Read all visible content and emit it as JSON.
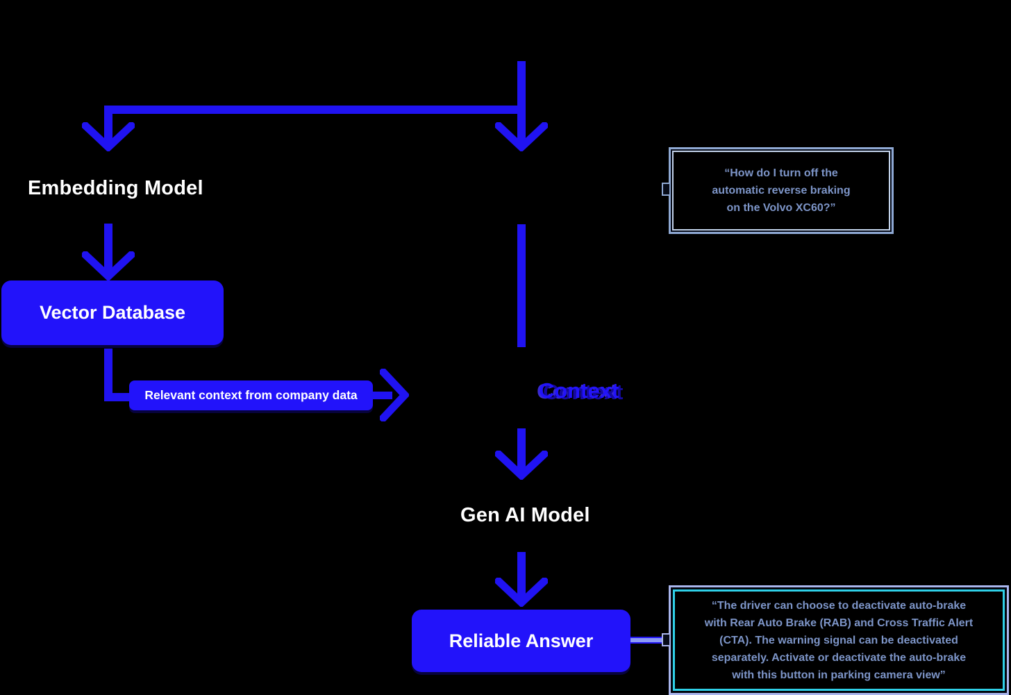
{
  "diagram_title": "RAG flow diagram",
  "colors": {
    "background": "#000000",
    "flow_blue": "#2013f2",
    "box_blue": "#2213fa",
    "node_text": "#ffffff",
    "callout_border_steel": "#8fa9d4",
    "callout_border_periwinkle": "#aab6ee",
    "callout_border_cyan": "#2fd0e8",
    "callout_text": "#7d95c8"
  },
  "nodes": {
    "embedding_model": "Embedding Model",
    "vector_database": "Vector Database",
    "relevant_context": "Relevant context from company data",
    "context": "Context",
    "gen_ai_model": "Gen AI Model",
    "reliable_answer": "Reliable Answer"
  },
  "callouts": {
    "question": {
      "lines": [
        "“How do I turn off the",
        "automatic reverse braking",
        "on the Volvo XC60?”"
      ]
    },
    "answer": {
      "lines": [
        "“The driver can choose to deactivate auto-brake",
        "with Rear Auto Brake (RAB) and Cross Traffic Alert",
        "(CTA). The warning signal can be deactivated",
        "separately. Activate or deactivate the auto-brake",
        "with this button in parking camera view”"
      ]
    }
  }
}
